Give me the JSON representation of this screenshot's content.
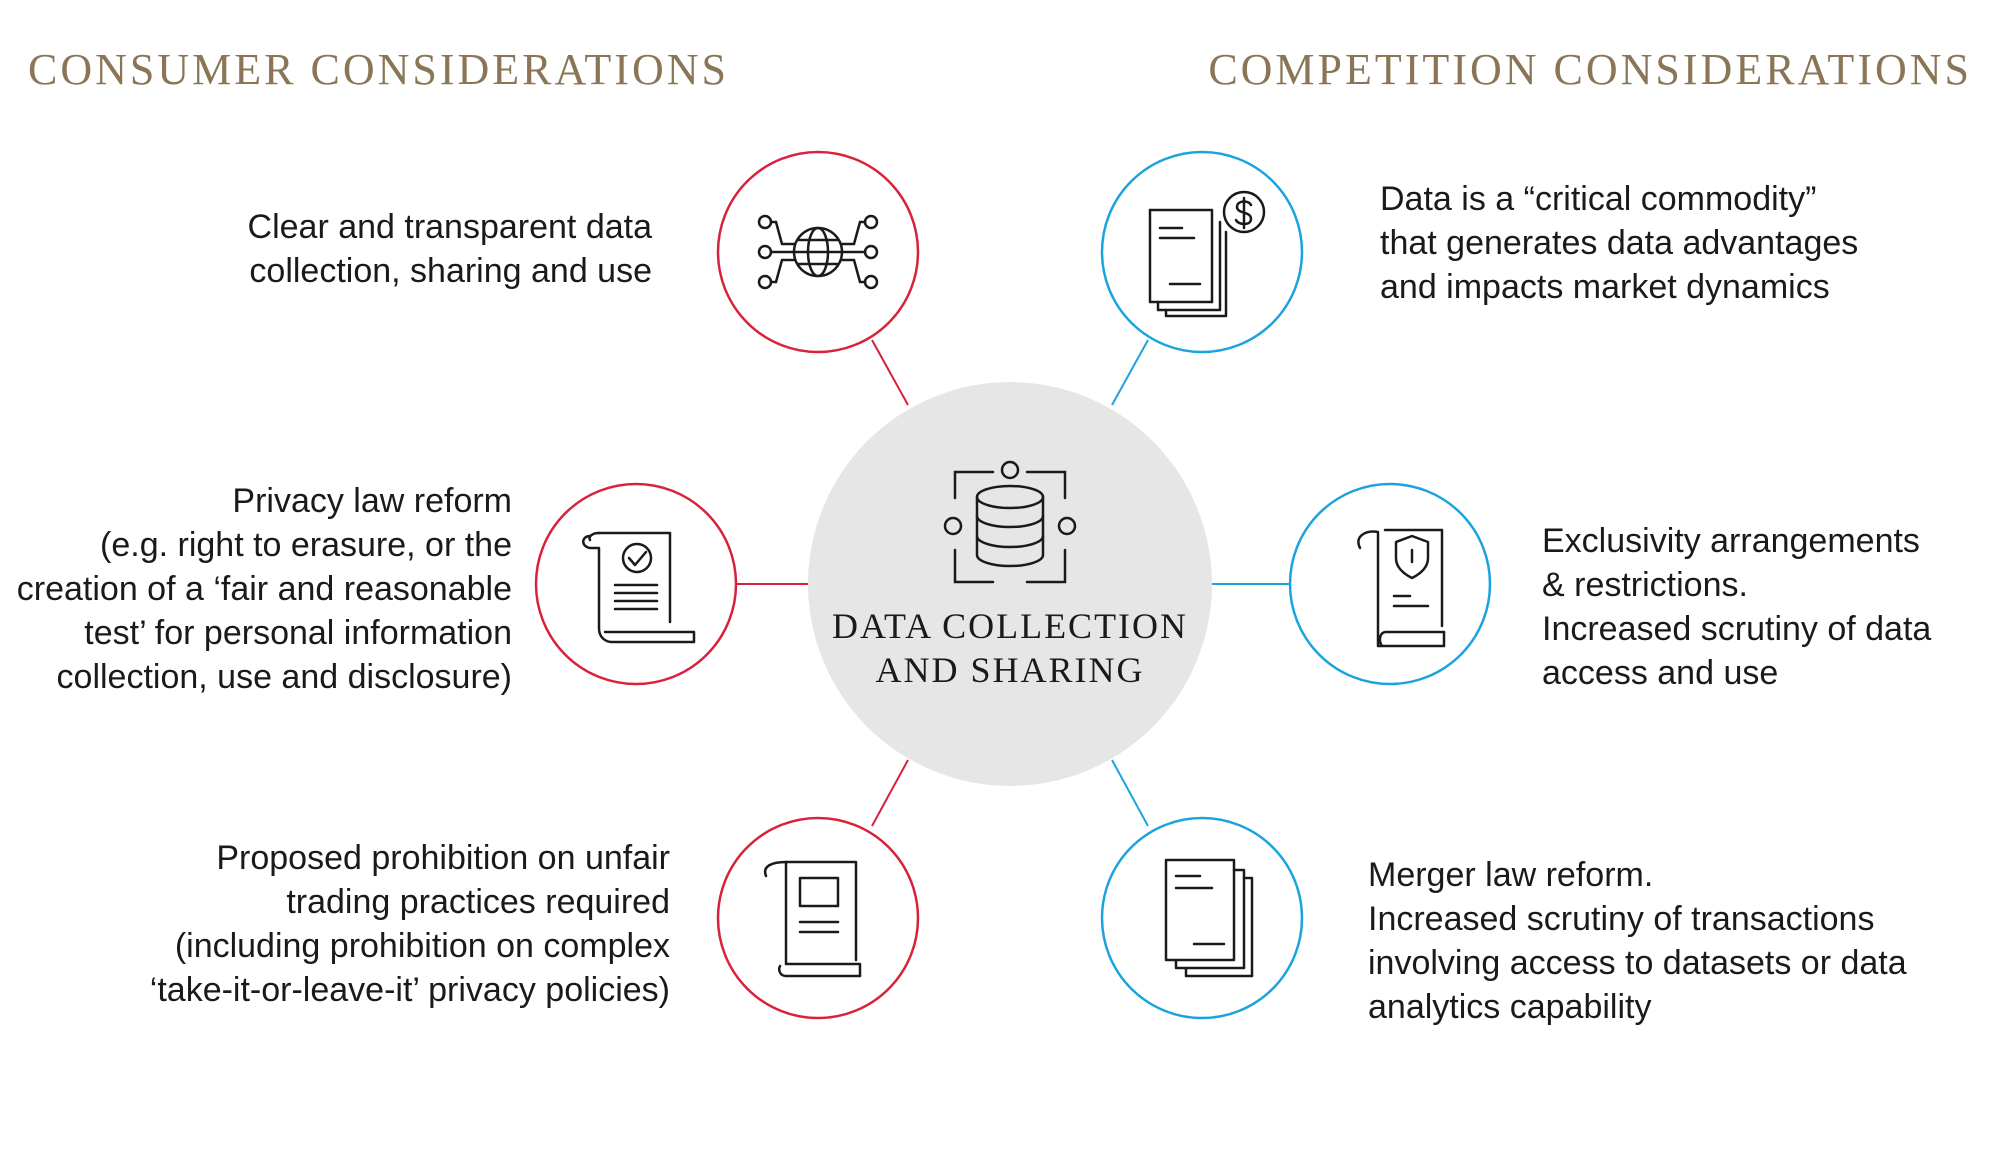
{
  "headings": {
    "consumer": "CONSUMER CONSIDERATIONS",
    "competition": "COMPETITION CONSIDERATIONS"
  },
  "hub": {
    "title": "DATA COLLECTION\nAND SHARING",
    "icon": "database-icon",
    "fill": "#e6e6e6"
  },
  "colors": {
    "consumer": "#d8213a",
    "competition": "#1ba3dd",
    "heading": "#8a7656"
  },
  "consumer_items": [
    {
      "icon": "network-globe-icon",
      "text": "Clear and transparent data\ncollection, sharing and use"
    },
    {
      "icon": "approved-document-icon",
      "text": "Privacy law reform\n(e.g. right to erasure, or the\ncreation of a ‘fair and reasonable\ntest’ for personal information\ncollection, use and disclosure)"
    },
    {
      "icon": "policy-document-icon",
      "text": "Proposed prohibition on unfair\ntrading practices required\n(including prohibition on complex\n‘take-it-or-leave-it’ privacy policies)"
    }
  ],
  "competition_items": [
    {
      "icon": "document-dollar-icon",
      "text": "Data is a “critical commodity”\nthat generates data advantages\nand impacts market dynamics"
    },
    {
      "icon": "shield-document-icon",
      "text": "Exclusivity arrangements\n&  restrictions.\nIncreased scrutiny of data\naccess and use"
    },
    {
      "icon": "documents-stack-icon",
      "text": "Merger law reform.\nIncreased scrutiny of transactions\ninvolving access to datasets or data\nanalytics capability"
    }
  ]
}
